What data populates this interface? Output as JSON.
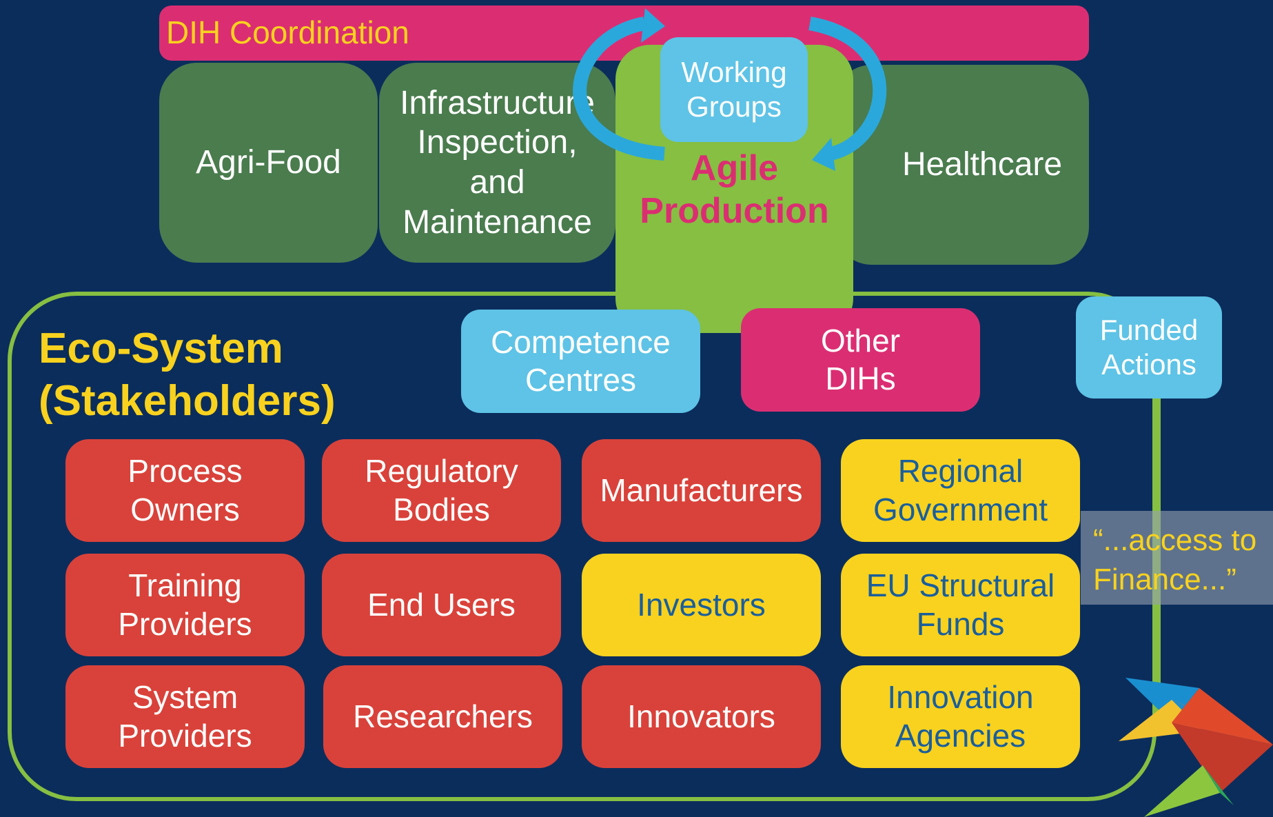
{
  "header": {
    "title": "DIH Coordination"
  },
  "sectors": {
    "agri_food": "Agri-Food",
    "infrastructure": [
      "Infrastructure",
      "Inspection,",
      "and",
      "Maintenance"
    ],
    "agile_production": [
      "Agile",
      "Production"
    ],
    "healthcare": "Healthcare"
  },
  "working_groups": [
    "Working",
    "Groups"
  ],
  "ecosystem": {
    "title": [
      "Eco-System",
      "(Stakeholders)"
    ],
    "competence_centres": [
      "Competence",
      "Centres"
    ],
    "other_dihs": [
      "Other",
      "DIHs"
    ],
    "stakeholders": {
      "process_owners": [
        "Process",
        "Owners"
      ],
      "regulatory_bodies": [
        "Regulatory",
        "Bodies"
      ],
      "manufacturers": "Manufacturers",
      "regional_government": [
        "Regional",
        "Government"
      ],
      "training_providers": [
        "Training",
        "Providers"
      ],
      "end_users": "End Users",
      "investors": "Investors",
      "eu_structural_funds": [
        "EU Structural",
        "Funds"
      ],
      "system_providers": [
        "System",
        "Providers"
      ],
      "researchers": "Researchers",
      "innovators": "Innovators",
      "innovation_agencies": [
        "Innovation",
        "Agencies"
      ]
    }
  },
  "funded_actions": [
    "Funded",
    "Actions"
  ],
  "finance_quote": [
    "“...access to",
    "Finance...”"
  ],
  "colors": {
    "background": "#0b2d5c",
    "coordination_bar": "#db2e72",
    "sector": "#4a7c4e",
    "agile": "#86bf42",
    "cyan": "#5ec3e6",
    "red": "#d9423a",
    "yellow": "#f8d21e"
  },
  "icons": {
    "cycle_arrows": "circular-arrows-icon",
    "logo": "star-logo"
  }
}
